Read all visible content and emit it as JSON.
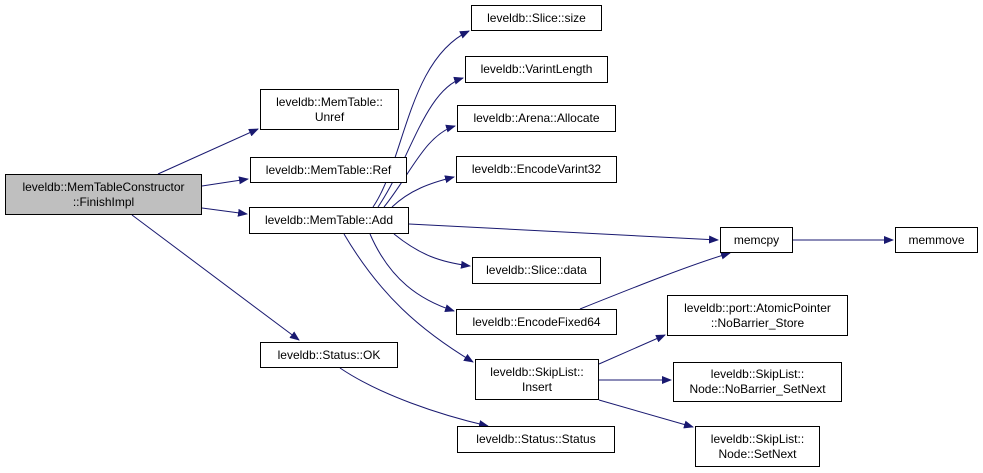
{
  "colors": {
    "edge": "#191970",
    "root_fill": "#bfbfbf",
    "node_fill": "#ffffff",
    "border": "#000000"
  },
  "nodes": {
    "finishimpl": {
      "lines": [
        "leveldb::MemTableConstructor",
        "::FinishImpl"
      ]
    },
    "unref": {
      "lines": [
        "leveldb::MemTable::",
        "Unref"
      ]
    },
    "ref": {
      "lines": [
        "leveldb::MemTable::Ref"
      ]
    },
    "add": {
      "lines": [
        "leveldb::MemTable::Add"
      ]
    },
    "status_ok": {
      "lines": [
        "leveldb::Status::OK"
      ]
    },
    "slice_size": {
      "lines": [
        "leveldb::Slice::size"
      ]
    },
    "varintlength": {
      "lines": [
        "leveldb::VarintLength"
      ]
    },
    "arena_allocate": {
      "lines": [
        "leveldb::Arena::Allocate"
      ]
    },
    "encodevarint32": {
      "lines": [
        "leveldb::EncodeVarint32"
      ]
    },
    "slice_data": {
      "lines": [
        "leveldb::Slice::data"
      ]
    },
    "encodefixed64": {
      "lines": [
        "leveldb::EncodeFixed64"
      ]
    },
    "skiplist_insert": {
      "lines": [
        "leveldb::SkipList::",
        "Insert"
      ]
    },
    "status_status": {
      "lines": [
        "leveldb::Status::Status"
      ]
    },
    "memcpy": {
      "lines": [
        "memcpy"
      ]
    },
    "memmove": {
      "lines": [
        "memmove"
      ]
    },
    "atomicpointer": {
      "lines": [
        "leveldb::port::AtomicPointer",
        "::NoBarrier_Store"
      ]
    },
    "nobarrier_setnext": {
      "lines": [
        "leveldb::SkipList::",
        "Node::NoBarrier_SetNext"
      ]
    },
    "setnext": {
      "lines": [
        "leveldb::SkipList::",
        "Node::SetNext"
      ]
    }
  },
  "edges": [
    [
      "finishimpl",
      "unref"
    ],
    [
      "finishimpl",
      "ref"
    ],
    [
      "finishimpl",
      "add"
    ],
    [
      "finishimpl",
      "status_ok"
    ],
    [
      "add",
      "slice_size"
    ],
    [
      "add",
      "varintlength"
    ],
    [
      "add",
      "arena_allocate"
    ],
    [
      "add",
      "encodevarint32"
    ],
    [
      "add",
      "memcpy"
    ],
    [
      "add",
      "slice_data"
    ],
    [
      "add",
      "encodefixed64"
    ],
    [
      "add",
      "skiplist_insert"
    ],
    [
      "memcpy",
      "memmove"
    ],
    [
      "encodefixed64",
      "memcpy"
    ],
    [
      "skiplist_insert",
      "atomicpointer"
    ],
    [
      "skiplist_insert",
      "nobarrier_setnext"
    ],
    [
      "skiplist_insert",
      "setnext"
    ],
    [
      "status_ok",
      "status_status"
    ]
  ]
}
